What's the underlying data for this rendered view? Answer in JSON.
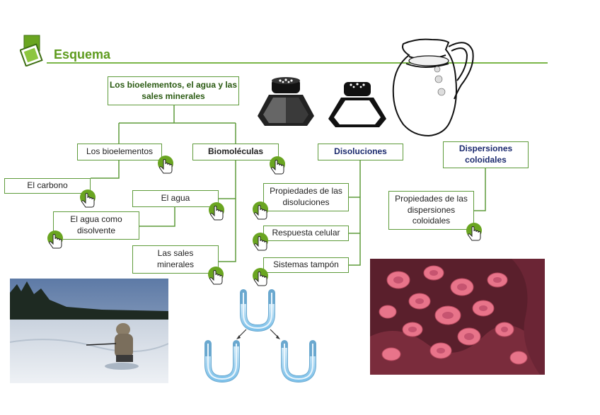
{
  "header": {
    "title": "Esquema",
    "accent": "#7ab648"
  },
  "nodes": {
    "root": "Los bioelementos, el agua y las sales minerales",
    "bioelementos": "Los bioelementos",
    "carbono": "El carbono",
    "biomoleculas": "Biomoléculas",
    "agua": "El agua",
    "agua_disolvente": "El agua como disolvente",
    "sales": "Las sales minerales",
    "disoluciones": "Disoluciones",
    "propiedades_disoluciones": "Propiedades de las disoluciones",
    "respuesta_celular": "Respuesta celular",
    "sistemas_tampon": "Sistemas tampón",
    "dispersiones": "Dispersiones coloidales",
    "propiedades_dispersiones": "Propiedades de las dispersiones coloidales"
  },
  "icons": {
    "link": "pointing-hand-icon",
    "logo": "green-squares-logo-icon"
  },
  "colors": {
    "green": "#5e9b3a",
    "navy": "#1b2a6e",
    "hand_fill": "#6aa521"
  }
}
